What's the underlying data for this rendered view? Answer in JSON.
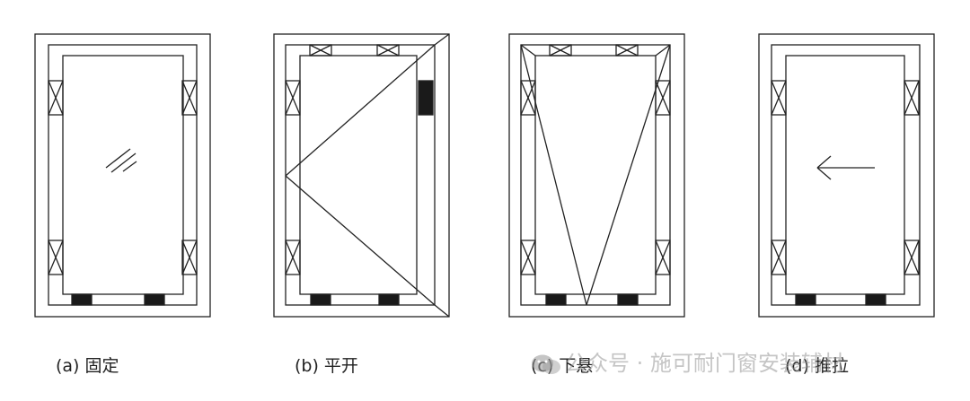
{
  "captions": {
    "a": "(a) 固定",
    "b": "(b) 平开",
    "c": "(c) 下悬",
    "d": "(d) 推拉"
  },
  "watermark": {
    "text": "公众号 · 施可耐门窗安装辅材",
    "logo": "wechat-logo-icon"
  },
  "colors": {
    "line": "#222222",
    "hardware_fill": "#1a1a1a",
    "watermark": "#969696"
  }
}
